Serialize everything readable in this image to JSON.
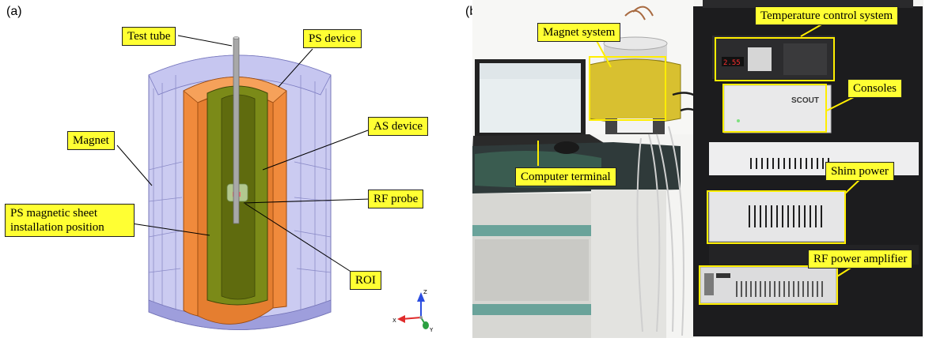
{
  "panels": {
    "a": {
      "label": "(a)"
    },
    "b": {
      "label": "(b)"
    }
  },
  "callouts_a": {
    "test_tube": "Test tube",
    "ps_device": "PS device",
    "as_device": "AS device",
    "magnet": "Magnet",
    "rf_probe": "RF probe",
    "ps_sheet_line1": "PS magnetic sheet",
    "ps_sheet_line2": "installation position",
    "roi": "ROI"
  },
  "axes": {
    "z": "Z",
    "x": "X",
    "y": "Y"
  },
  "callouts_b": {
    "magnet_system": "Magnet system",
    "temperature_control": "Temperature control system",
    "consoles": "Consoles",
    "computer_terminal": "Computer terminal",
    "shim_power": "Shim power",
    "rf_power_amplifier": "RF power amplifier"
  },
  "photo_text": {
    "console_brand": "SCOUT",
    "temp_display": "2.55"
  },
  "colors": {
    "callout_fill": "#ffff33",
    "highlight_box": "#ffee00",
    "magnet_fill": "#a9a9e0",
    "ps_device": "#f08a3c",
    "as_device": "#6e7a12"
  }
}
